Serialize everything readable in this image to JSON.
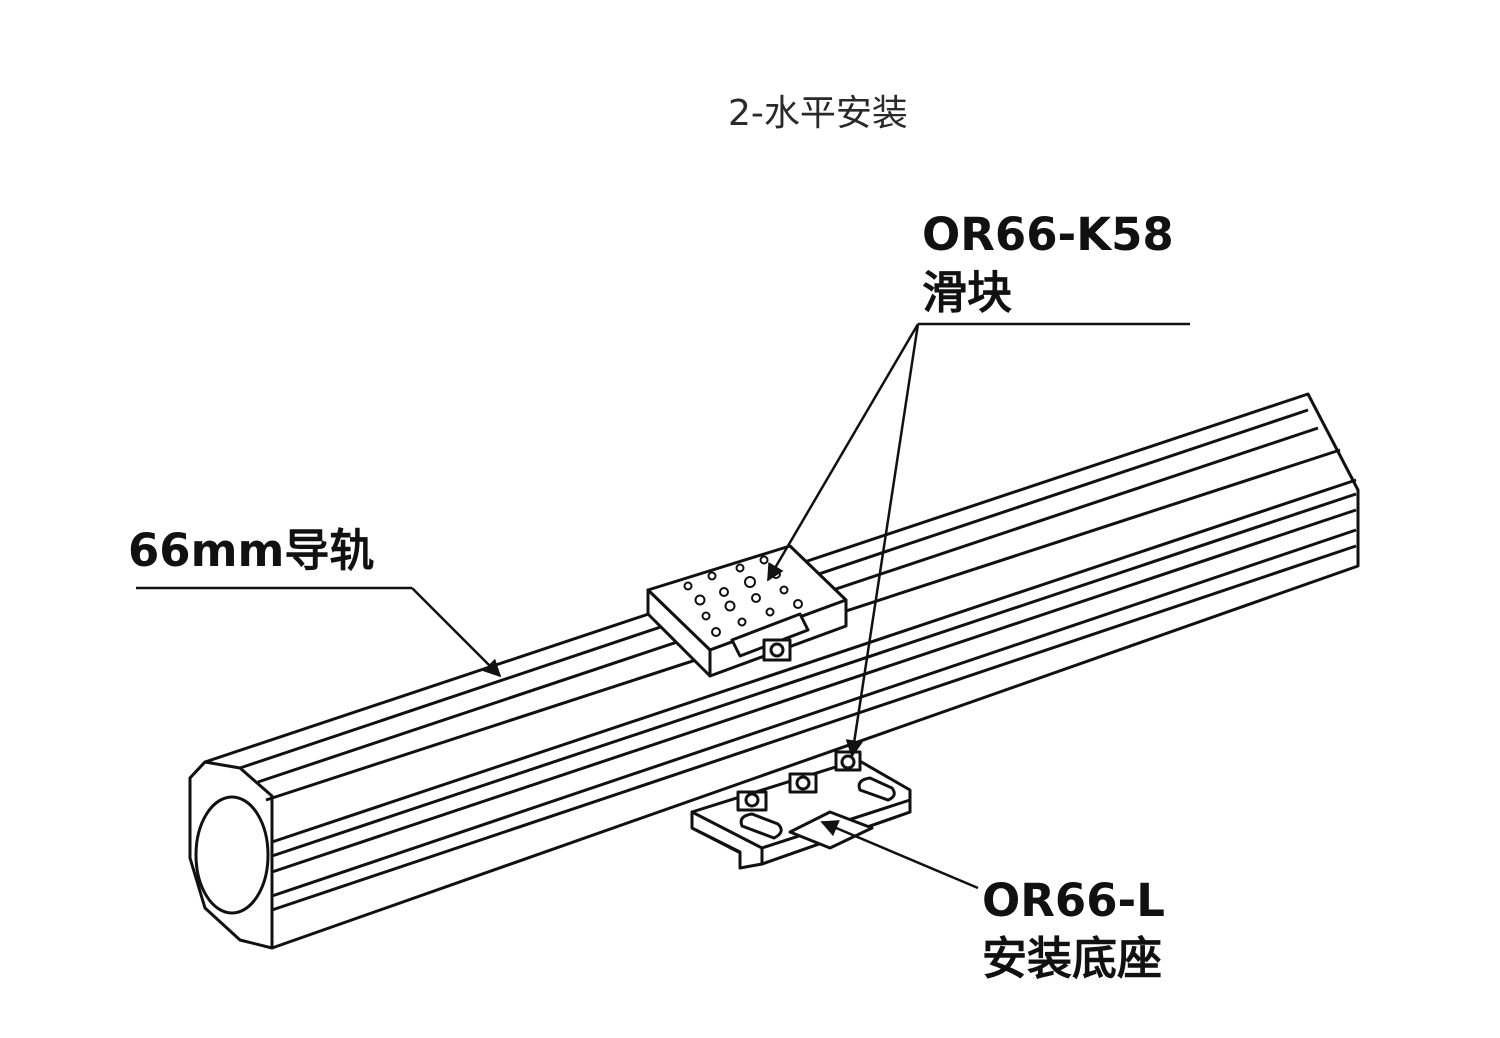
{
  "title": "2-水平安装",
  "labels": {
    "rail": "66mm导轨",
    "slider_model": "OR66-K58",
    "slider_name": "滑块",
    "base_model": "OR66-L",
    "base_name": "安装底座"
  },
  "colors": {
    "line": "#111111",
    "background": "#ffffff",
    "title_text": "#2a2a2a"
  }
}
